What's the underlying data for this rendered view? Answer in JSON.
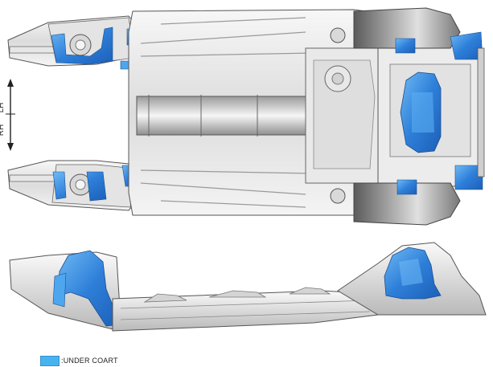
{
  "orientation": {
    "right_label": "RH",
    "left_label": "LH"
  },
  "legend": {
    "label": ":UNDER COART",
    "color": "#46b4f0"
  },
  "colors": {
    "undercoat": "#2e7fd9",
    "undercoat_light": "#4ea6ee",
    "metal_light": "#f2f2f2",
    "metal_mid": "#d2d2d2",
    "metal_dark": "#8c8c8c",
    "outline": "#4a4a4a"
  }
}
